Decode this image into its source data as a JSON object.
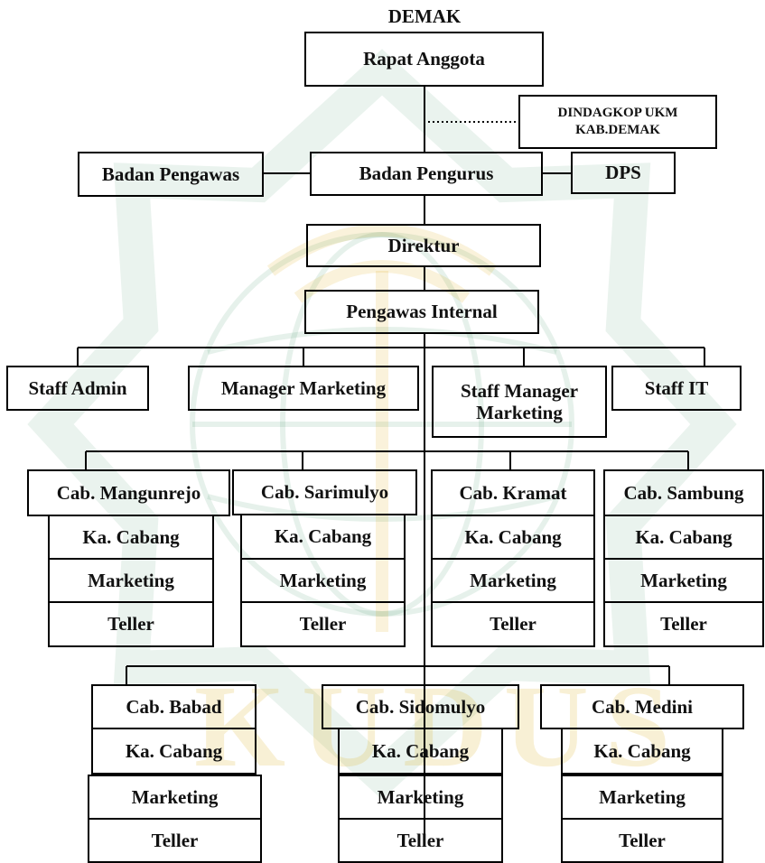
{
  "header": {
    "title": "DEMAK"
  },
  "top": {
    "rapat_anggota": "Rapat Anggota",
    "dindagkop_line1": "DINDAGKOP UKM",
    "dindagkop_line2": "KAB.DEMAK",
    "badan_pengawas": "Badan Pengawas",
    "badan_pengurus": "Badan Pengurus",
    "dps": "DPS",
    "direktur": "Direktur",
    "pengawas_internal": "Pengawas Internal"
  },
  "staff": {
    "staff_admin": "Staff Admin",
    "manager_marketing": "Manager Marketing",
    "staff_manager_marketing_line1": "Staff Manager",
    "staff_manager_marketing_line2": "Marketing",
    "staff_it": "Staff IT"
  },
  "branches": [
    {
      "name": "Cab. Mangunrejo",
      "head": "Ka. Cabang",
      "marketing": "Marketing",
      "teller": "Teller"
    },
    {
      "name": "Cab. Sarimulyo",
      "head": "Ka. Cabang",
      "marketing": "Marketing",
      "teller": "Teller"
    },
    {
      "name": "Cab. Kramat",
      "head": "Ka. Cabang",
      "marketing": "Marketing",
      "teller": "Teller"
    },
    {
      "name": "Cab. Sambung",
      "head": "Ka. Cabang",
      "marketing": "Marketing",
      "teller": "Teller"
    },
    {
      "name": "Cab. Babad",
      "head": "Ka. Cabang",
      "marketing": "Marketing",
      "teller": "Teller"
    },
    {
      "name": "Cab. Sidomulyo",
      "head": "Ka. Cabang",
      "marketing": "Marketing",
      "teller": "Teller"
    },
    {
      "name": "Cab. Medini",
      "head": "Ka. Cabang",
      "marketing": "Marketing",
      "teller": "Teller"
    }
  ],
  "watermark": {
    "text": "KUDUS",
    "color": "#d9a600"
  }
}
